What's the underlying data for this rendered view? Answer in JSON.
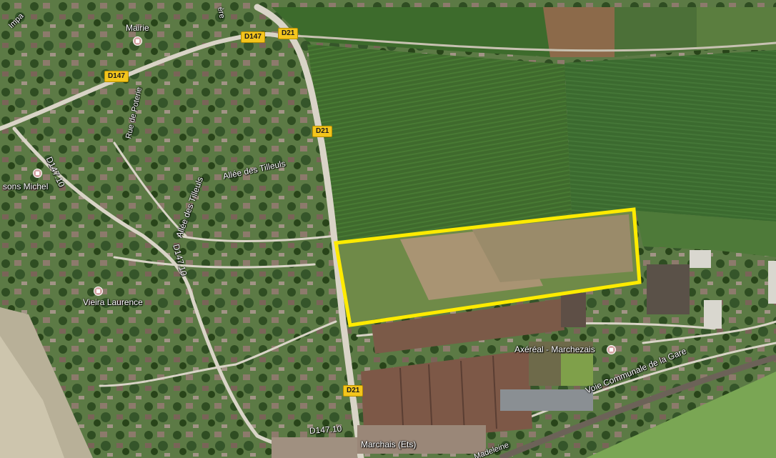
{
  "map": {
    "labels": {
      "mairie": "Mairie",
      "maisons_michel": "sons Michel",
      "vieira_laurence": "Vieira Laurence",
      "axereal": "Axéréal - Marchezais",
      "marchais": "Marchais (Ets)",
      "allee_tilleuls_1": "Allée des Tilleuls",
      "allee_tilleuls_2": "Allée des Tilleuls",
      "rue_poterie": "Rue de Poterie",
      "voie_communale": "Voie Communale de la Gare",
      "madeleine": "Madeleine",
      "d147_10_left": "D147.10",
      "d147_10_mid": "D147.10",
      "d147_10_bottom": "D147.10",
      "impasse": "Impa",
      "ere": "ère"
    },
    "road_shields": {
      "d147_top": "D147",
      "d21_top": "D21",
      "d147_left": "D147",
      "d21_mid": "D21",
      "d21_bottom": "D21"
    },
    "highlight": {
      "color": "#ffeb00"
    }
  }
}
